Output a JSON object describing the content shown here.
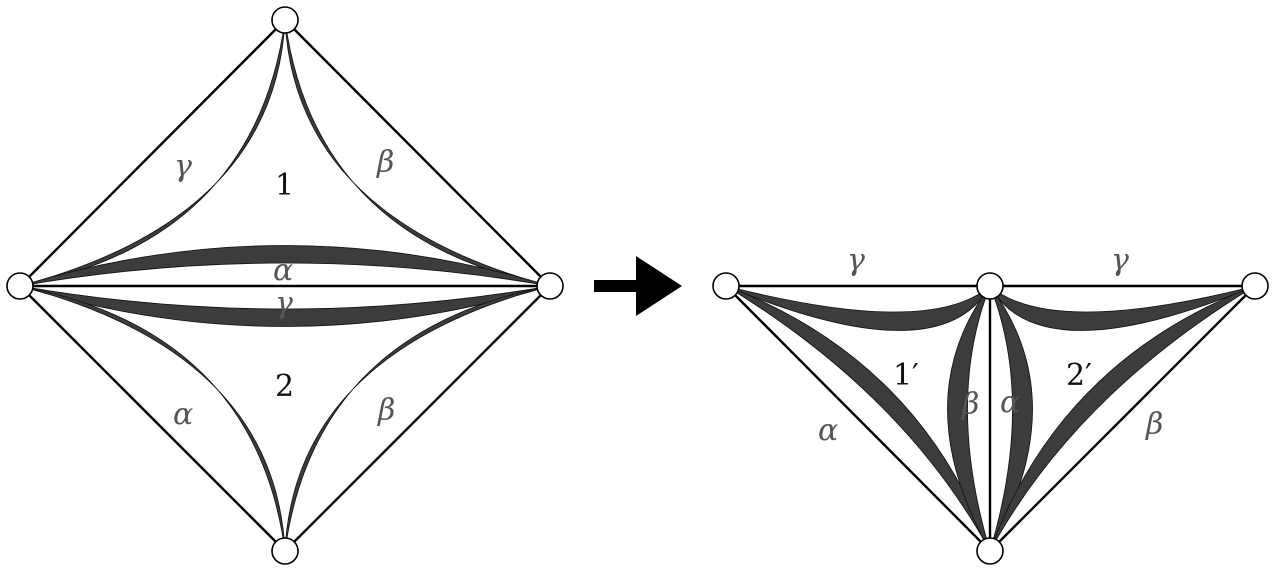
{
  "left_figure": {
    "labels": {
      "top_left_edge": "γ",
      "top_right_edge": "β",
      "upper_region": "1",
      "upper_middle_edge": "α",
      "lower_middle_edge": "γ",
      "lower_region": "2",
      "bottom_left_edge": "α",
      "bottom_right_edge": "β"
    }
  },
  "right_figure": {
    "labels": {
      "top_left_edge": "γ",
      "top_right_edge": "γ",
      "left_region": "1′",
      "right_region": "2′",
      "center_left_edge": "β",
      "center_right_edge": "α",
      "bottom_left_edge": "α",
      "bottom_right_edge": "β"
    }
  },
  "colors": {
    "band_fill": "#3c3c3c",
    "edge": "#000000",
    "vertex_fill": "#ffffff"
  }
}
